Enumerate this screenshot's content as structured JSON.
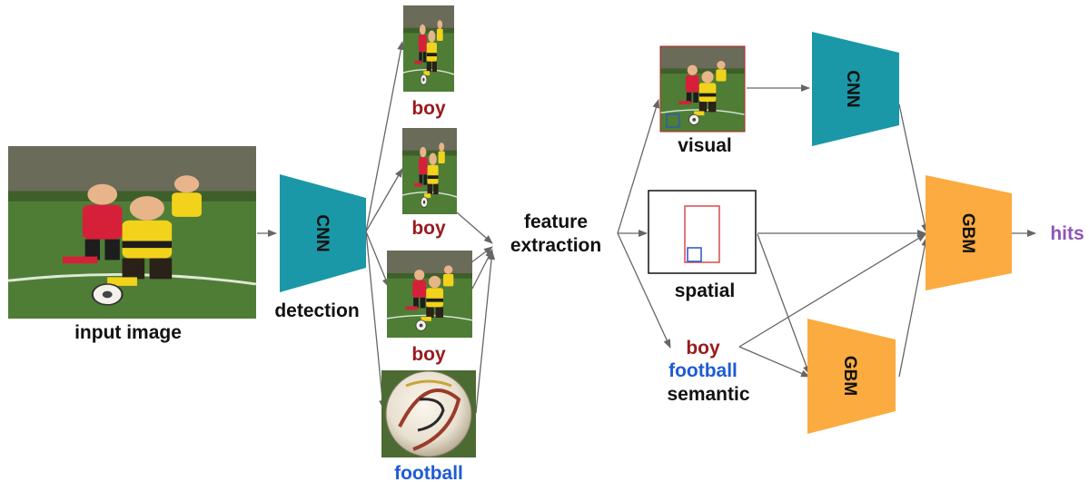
{
  "labels": {
    "input_image": "input image",
    "detection": "detection",
    "feature_extraction_line1": "feature",
    "feature_extraction_line2": "extraction",
    "visual": "visual",
    "spatial": "spatial",
    "semantic": "semantic",
    "hits": "hits"
  },
  "detections": [
    {
      "label": "boy"
    },
    {
      "label": "boy"
    },
    {
      "label": "boy"
    },
    {
      "label": "football"
    }
  ],
  "semantic_words": {
    "boy": "boy",
    "football": "football"
  },
  "blocks": {
    "cnn_detection": "CNN",
    "cnn_visual": "CNN",
    "gbm_main": "GBM",
    "gbm_semantic": "GBM"
  },
  "colors": {
    "cnn": "#1a98a7",
    "gbm": "#fbab3f",
    "boy_text": "#981b1e",
    "football_text": "#1e5bd6",
    "hits_text": "#8e55b8",
    "arrow": "#666666",
    "spatial_big_box": "#d94a4a",
    "spatial_small_box": "#2255cc"
  }
}
